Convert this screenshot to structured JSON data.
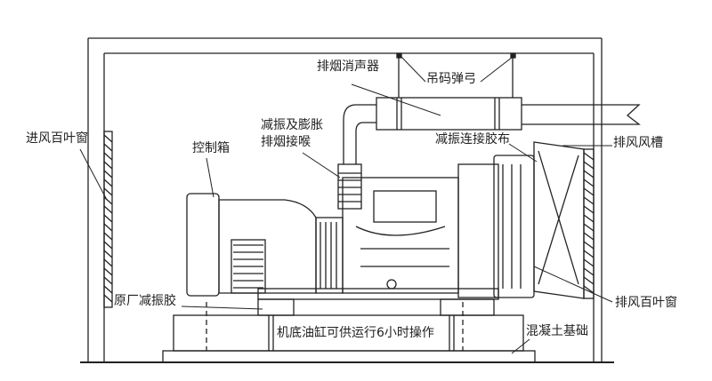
{
  "labels": {
    "exhaust_silencer": "排烟消声器",
    "spring_hanger": "吊码弹弓",
    "flex_exhaust_line1": "减振及膨胀",
    "flex_exhaust_line2": "排烟接喉",
    "control_box": "控制箱",
    "damping_canvas": "减振连接胶布",
    "exhaust_duct": "排风风槽",
    "intake_louver": "进风百叶窗",
    "factory_damper": "原厂减振胶",
    "exhaust_louver": "排风百叶窗",
    "base_fuel_tank": "机底油缸可供运行6小时操作",
    "concrete_foundation": "混凝土基础"
  }
}
